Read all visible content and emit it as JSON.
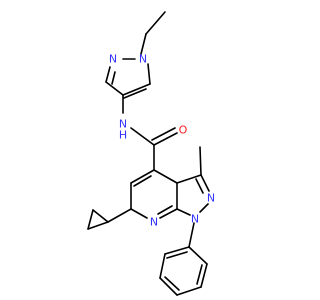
{
  "molecule": {
    "colors": {
      "bond": "#000000",
      "nitrogen": "#3333ff",
      "oxygen": "#ff2020",
      "carbon": "#000000",
      "background": "#ffffff"
    },
    "atom_labels": {
      "n_pyrazole_ethyl_top": "N",
      "n_pyrazole_ethyl_left": "N",
      "amide_n": "N",
      "amide_h": "H",
      "amide_o": "O",
      "pyrazole_n2": "N",
      "pyrazole_n1": "N",
      "pyridine_n": "N"
    }
  }
}
